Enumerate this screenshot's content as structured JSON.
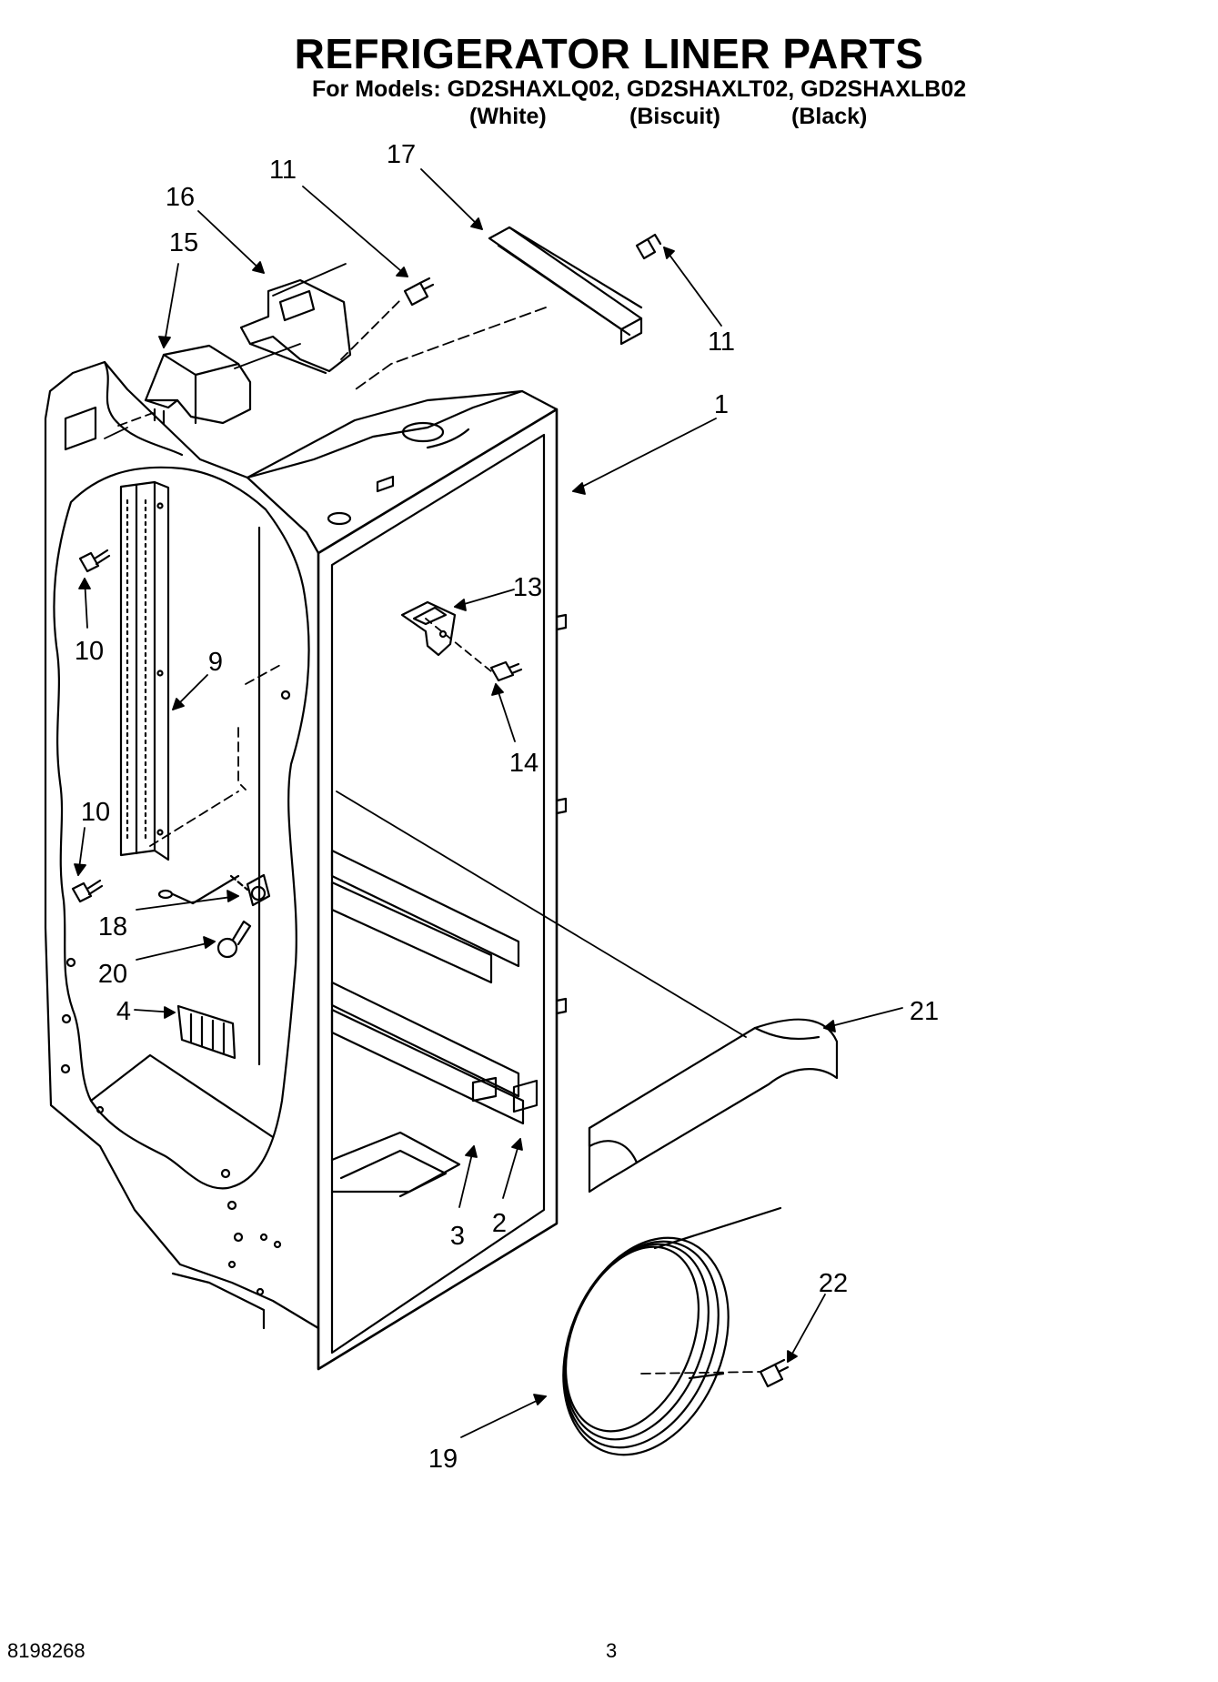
{
  "header": {
    "title": "REFRIGERATOR LINER PARTS",
    "models_line": "For Models: GD2SHAXLQ02, GD2SHAXLT02, GD2SHAXLB02",
    "colors": [
      "(White)",
      "(Biscuit)",
      "(Black)"
    ]
  },
  "callouts": [
    "11",
    "17",
    "16",
    "15",
    "11",
    "1",
    "13",
    "14",
    "10",
    "9",
    "10",
    "18",
    "20",
    "4",
    "21",
    "3",
    "2",
    "22",
    "19"
  ],
  "footer": {
    "doc_number": "8198268",
    "page_number": "3"
  }
}
